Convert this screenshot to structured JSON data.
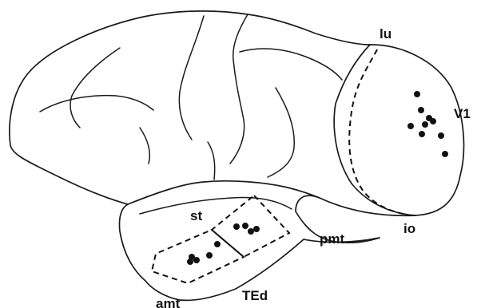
{
  "figure": {
    "labels": {
      "lu": "lu",
      "v1": "V1",
      "io": "io",
      "pmt": "pmt",
      "st": "st",
      "ted": "TEd",
      "amt": "amt"
    }
  }
}
